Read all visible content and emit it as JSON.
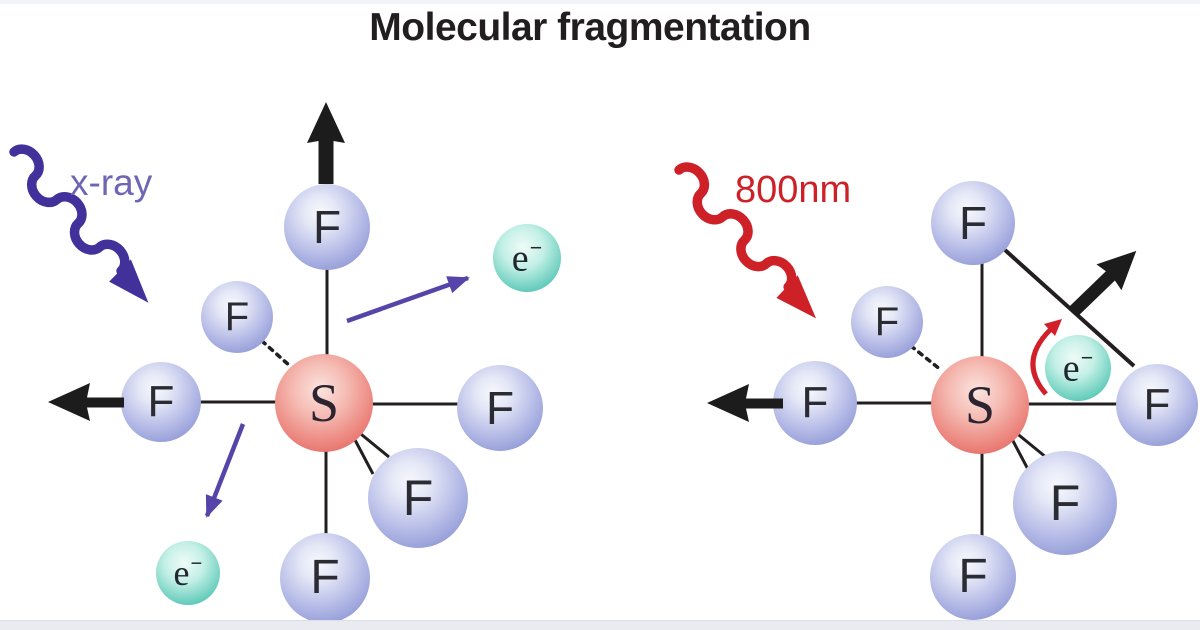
{
  "title": "Molecular fragmentation",
  "left_molecule": {
    "beam_label": "x-ray",
    "center_atom": "S",
    "atoms": {
      "top": "F",
      "upper_left": "F",
      "left": "F",
      "right": "F",
      "lower_right": "F",
      "bottom": "F"
    },
    "ejected_electron_upper": {
      "symbol": "e",
      "charge": "−"
    },
    "ejected_electron_lower": {
      "symbol": "e",
      "charge": "−"
    }
  },
  "right_molecule": {
    "beam_label": "800nm",
    "center_atom": "S",
    "atoms": {
      "top": "F",
      "upper_left": "F",
      "left": "F",
      "right": "F",
      "lower_right": "F",
      "bottom": "F"
    },
    "rescattering_electron": {
      "symbol": "e",
      "charge": "−"
    }
  },
  "colors": {
    "xray_beam": "#42309b",
    "xray_label_text": "#6e65b4",
    "ir_beam": "#ce2127",
    "ir_label_text": "#ce2127",
    "electron_sphere": "#2aab9b",
    "fluorine_sphere": "#8d95d2",
    "sulfur_sphere": "#e4706b",
    "electron_ejection_arrow": "#5744a8",
    "fragment_arrow": "#1c1c1c",
    "bond": "#231f20",
    "rescatter_arrow": "#d1202a"
  }
}
